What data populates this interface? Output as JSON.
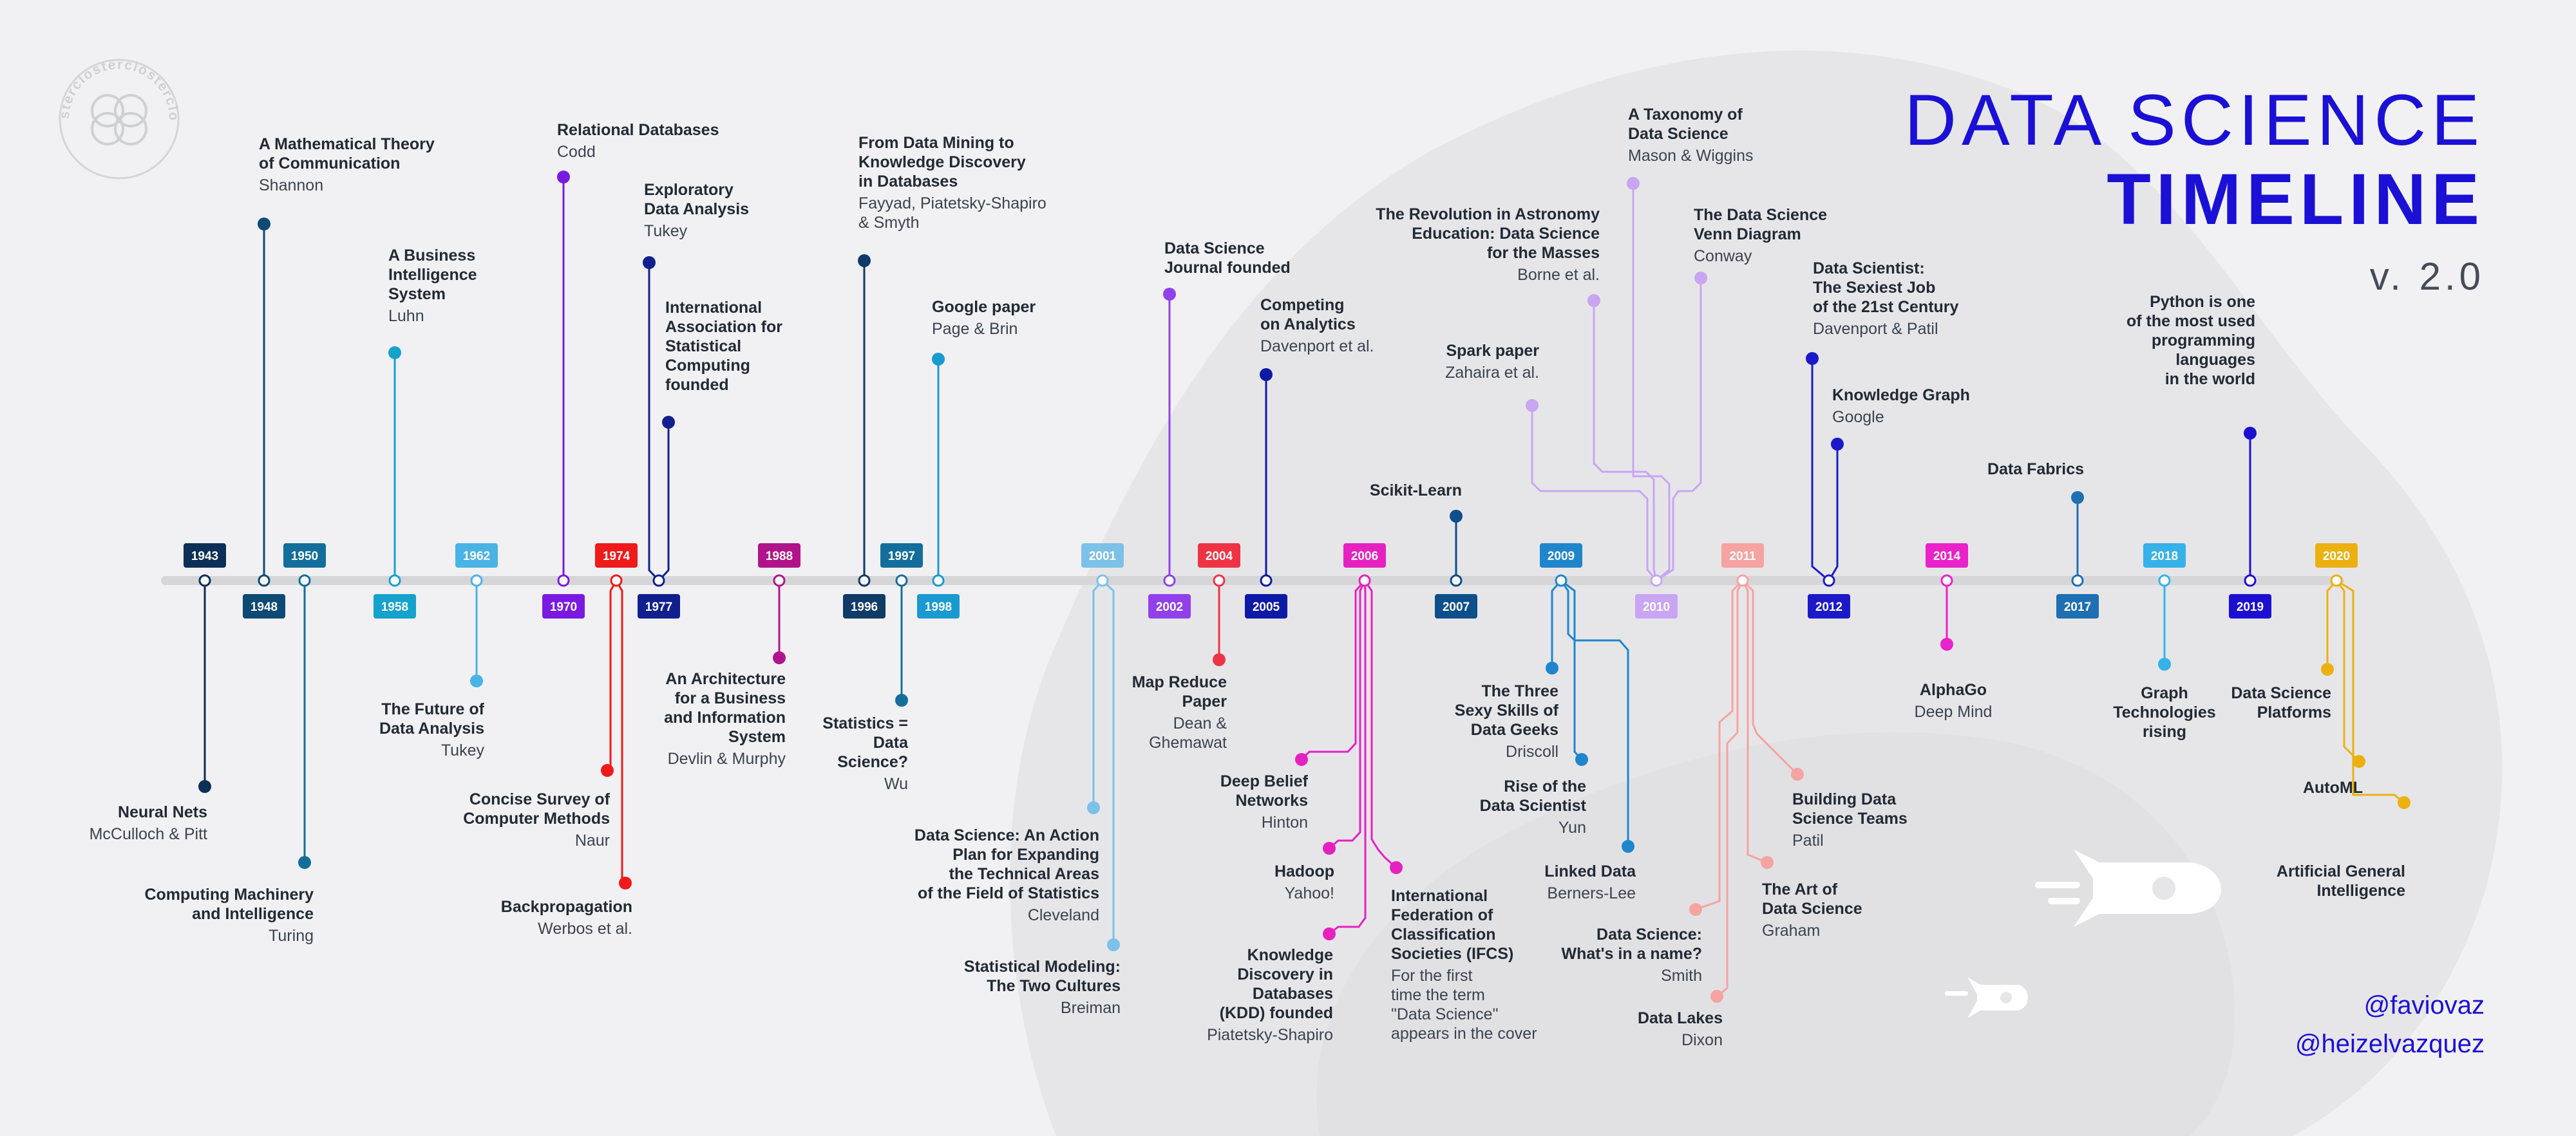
{
  "header": {
    "title_line1": "DATA SCIENCE",
    "title_line2": "TIMELINE",
    "version": "v. 2.0"
  },
  "credits": [
    "@faviovaz",
    "@heizelvazquez"
  ],
  "logo": {
    "text": "sterclosterclosterclo",
    "icon": "logo-circles-icon"
  },
  "decorations": [
    "rocket-large-icon",
    "rocket-small-icon"
  ],
  "colors": {
    "title": "#1b10d6",
    "axis": "#d6d6d9",
    "background": "#f1f1f3"
  },
  "years": [
    {
      "label": "1943",
      "color": "#0c2f57"
    },
    {
      "label": "1948",
      "color": "#0e4a74"
    },
    {
      "label": "1950",
      "color": "#136e9b"
    },
    {
      "label": "1958",
      "color": "#15a2cc"
    },
    {
      "label": "1962",
      "color": "#4ab3e6"
    },
    {
      "label": "1970",
      "color": "#7a1ae0"
    },
    {
      "label": "1974",
      "color": "#ef1a1a"
    },
    {
      "label": "1977",
      "color": "#111f8f"
    },
    {
      "label": "1988",
      "color": "#b1148a"
    },
    {
      "label": "1996",
      "color": "#0f3b66"
    },
    {
      "label": "1997",
      "color": "#136e9b"
    },
    {
      "label": "1998",
      "color": "#1a9ad0"
    },
    {
      "label": "2001",
      "color": "#7cc1e8"
    },
    {
      "label": "2002",
      "color": "#9140ea"
    },
    {
      "label": "2004",
      "color": "#ee3444"
    },
    {
      "label": "2005",
      "color": "#0d1aa6"
    },
    {
      "label": "2006",
      "color": "#e522c0"
    },
    {
      "label": "2007",
      "color": "#0d4f8a"
    },
    {
      "label": "2009",
      "color": "#1f86cc"
    },
    {
      "label": "2010",
      "color": "#c9a5f2"
    },
    {
      "label": "2011",
      "color": "#f6a3a1"
    },
    {
      "label": "2012",
      "color": "#1c19c9"
    },
    {
      "label": "2014",
      "color": "#e922c9"
    },
    {
      "label": "2017",
      "color": "#1f6fb3"
    },
    {
      "label": "2018",
      "color": "#36b2e8"
    },
    {
      "label": "2019",
      "color": "#1d0fd1"
    },
    {
      "label": "2020",
      "color": "#ecb110"
    }
  ],
  "events": [
    {
      "year": "1943",
      "title": [
        "Neural Nets"
      ],
      "sub": [
        "McCulloch & Pitt"
      ],
      "color": "#0c2f57"
    },
    {
      "year": "1948",
      "title": [
        "A Mathematical Theory",
        "of Communication"
      ],
      "sub": [
        "Shannon"
      ],
      "color": "#0e4a74"
    },
    {
      "year": "1950",
      "title": [
        "Computing Machinery",
        "and Intelligence"
      ],
      "sub": [
        "Turing"
      ],
      "color": "#136e9b"
    },
    {
      "year": "1958",
      "title": [
        "A Business",
        "Intelligence",
        "System"
      ],
      "sub": [
        "Luhn"
      ],
      "color": "#15a2cc"
    },
    {
      "year": "1962",
      "title": [
        "The Future of",
        "Data Analysis"
      ],
      "sub": [
        "Tukey"
      ],
      "color": "#4ab3e6"
    },
    {
      "year": "1970",
      "title": [
        "Relational Databases"
      ],
      "sub": [
        "Codd"
      ],
      "color": "#7a1ae0"
    },
    {
      "year": "1974",
      "title": [
        "Concise Survey of",
        "Computer Methods"
      ],
      "sub": [
        "Naur"
      ],
      "color": "#ef1a1a"
    },
    {
      "year": "1974",
      "title": [
        "Backpropagation"
      ],
      "sub": [
        "Werbos et al."
      ],
      "color": "#ef1a1a"
    },
    {
      "year": "1977",
      "title": [
        "Exploratory",
        "Data Analysis"
      ],
      "sub": [
        "Tukey"
      ],
      "color": "#111f8f"
    },
    {
      "year": "1977",
      "title": [
        "International",
        "Association for",
        "Statistical",
        "Computing",
        "founded"
      ],
      "sub": [],
      "color": "#111f8f"
    },
    {
      "year": "1988",
      "title": [
        "An Architecture",
        "for a Business",
        "and Information",
        "System"
      ],
      "sub": [
        "Devlin & Murphy"
      ],
      "color": "#b1148a"
    },
    {
      "year": "1996",
      "title": [
        "From Data Mining to",
        "Knowledge Discovery",
        "in Databases"
      ],
      "sub": [
        "Fayyad, Piatetsky-Shapiro",
        "& Smyth"
      ],
      "color": "#0f3b66"
    },
    {
      "year": "1997",
      "title": [
        "Statistics =",
        "Data",
        "Science?"
      ],
      "sub": [
        "Wu"
      ],
      "color": "#136e9b"
    },
    {
      "year": "1998",
      "title": [
        "Google paper"
      ],
      "sub": [
        "Page & Brin"
      ],
      "color": "#1a9ad0"
    },
    {
      "year": "2001",
      "title": [
        "Data Science: An Action",
        "Plan for Expanding",
        "the Technical Areas",
        "of the Field of Statistics"
      ],
      "sub": [
        "Cleveland"
      ],
      "color": "#7cc1e8"
    },
    {
      "year": "2001",
      "title": [
        "Statistical Modeling:",
        "The Two Cultures"
      ],
      "sub": [
        "Breiman"
      ],
      "color": "#7cc1e8"
    },
    {
      "year": "2002",
      "title": [
        "Data Science",
        "Journal founded"
      ],
      "sub": [],
      "color": "#9140ea"
    },
    {
      "year": "2004",
      "title": [
        "Map Reduce",
        "Paper"
      ],
      "sub": [
        "Dean &",
        "Ghemawat"
      ],
      "color": "#ee3444"
    },
    {
      "year": "2005",
      "title": [
        "Competing",
        "on Analytics"
      ],
      "sub": [
        "Davenport et al."
      ],
      "color": "#0d1aa6"
    },
    {
      "year": "2006",
      "title": [
        "Deep Belief",
        "Networks"
      ],
      "sub": [
        "Hinton"
      ],
      "color": "#e522c0"
    },
    {
      "year": "2006",
      "title": [
        "Hadoop"
      ],
      "sub": [
        "Yahoo!"
      ],
      "color": "#e522c0"
    },
    {
      "year": "2006",
      "title": [
        "Knowledge",
        "Discovery in",
        "Databases",
        "(KDD) founded"
      ],
      "sub": [
        "Piatetsky-Shapiro"
      ],
      "color": "#e522c0"
    },
    {
      "year": "2006",
      "title": [
        "International",
        "Federation of",
        "Classification",
        "Societies (IFCS)"
      ],
      "sub": [
        "For the first",
        "time the term",
        "\"Data Science\"",
        "appears in the cover"
      ],
      "color": "#e522c0"
    },
    {
      "year": "2007",
      "title": [
        "Scikit-Learn"
      ],
      "sub": [],
      "color": "#0d4f8a"
    },
    {
      "year": "2009",
      "title": [
        "The Three",
        "Sexy Skills of",
        "Data Geeks"
      ],
      "sub": [
        "Driscoll"
      ],
      "color": "#1f86cc"
    },
    {
      "year": "2009",
      "title": [
        "Rise of the",
        "Data Scientist"
      ],
      "sub": [
        "Yun"
      ],
      "color": "#1f86cc"
    },
    {
      "year": "2009",
      "title": [
        "Linked Data"
      ],
      "sub": [
        "Berners-Lee"
      ],
      "color": "#1f86cc"
    },
    {
      "year": "2010",
      "title": [
        "Spark paper"
      ],
      "sub": [
        "Zahaira et al."
      ],
      "color": "#c9a5f2"
    },
    {
      "year": "2010",
      "title": [
        "The Revolution in Astronomy",
        "Education: Data Science",
        "for the Masses"
      ],
      "sub": [
        "Borne et al."
      ],
      "color": "#c9a5f2"
    },
    {
      "year": "2010",
      "title": [
        "A Taxonomy of",
        "Data Science"
      ],
      "sub": [
        "Mason & Wiggins"
      ],
      "color": "#c9a5f2"
    },
    {
      "year": "2010",
      "title": [
        "The Data Science",
        "Venn Diagram"
      ],
      "sub": [
        "Conway"
      ],
      "color": "#c9a5f2"
    },
    {
      "year": "2011",
      "title": [
        "Data Science:",
        "What's in a name?"
      ],
      "sub": [
        "Smith"
      ],
      "color": "#f6a3a1"
    },
    {
      "year": "2011",
      "title": [
        "Data Lakes"
      ],
      "sub": [
        "Dixon"
      ],
      "color": "#f6a3a1"
    },
    {
      "year": "2011",
      "title": [
        "The Art of",
        "Data Science"
      ],
      "sub": [
        "Graham"
      ],
      "color": "#f6a3a1"
    },
    {
      "year": "2011",
      "title": [
        "Building Data",
        "Science Teams"
      ],
      "sub": [
        "Patil"
      ],
      "color": "#f6a3a1"
    },
    {
      "year": "2012",
      "title": [
        "Data Scientist:",
        "The Sexiest Job",
        "of the 21st Century"
      ],
      "sub": [
        "Davenport & Patil"
      ],
      "color": "#1c19c9"
    },
    {
      "year": "2012",
      "title": [
        "Knowledge Graph"
      ],
      "sub": [
        "Google"
      ],
      "color": "#1c19c9"
    },
    {
      "year": "2014",
      "title": [
        "AlphaGo"
      ],
      "sub": [
        "Deep Mind"
      ],
      "color": "#e922c9"
    },
    {
      "year": "2017",
      "title": [
        "Data Fabrics"
      ],
      "sub": [],
      "color": "#1f6fb3"
    },
    {
      "year": "2018",
      "title": [
        "Graph",
        "Technologies",
        "rising"
      ],
      "sub": [],
      "color": "#36b2e8"
    },
    {
      "year": "2019",
      "title": [
        "Python is one",
        "of the most used",
        "programming",
        "languages",
        "in the world"
      ],
      "sub": [],
      "color": "#1d0fd1"
    },
    {
      "year": "2020",
      "title": [
        "Data Science",
        "Platforms"
      ],
      "sub": [],
      "color": "#ecb110"
    },
    {
      "year": "2020",
      "title": [
        "AutoML"
      ],
      "sub": [],
      "color": "#ecb110"
    },
    {
      "year": "2020",
      "title": [
        "Artificial General",
        "Intelligence"
      ],
      "sub": [],
      "color": "#ecb110"
    }
  ]
}
